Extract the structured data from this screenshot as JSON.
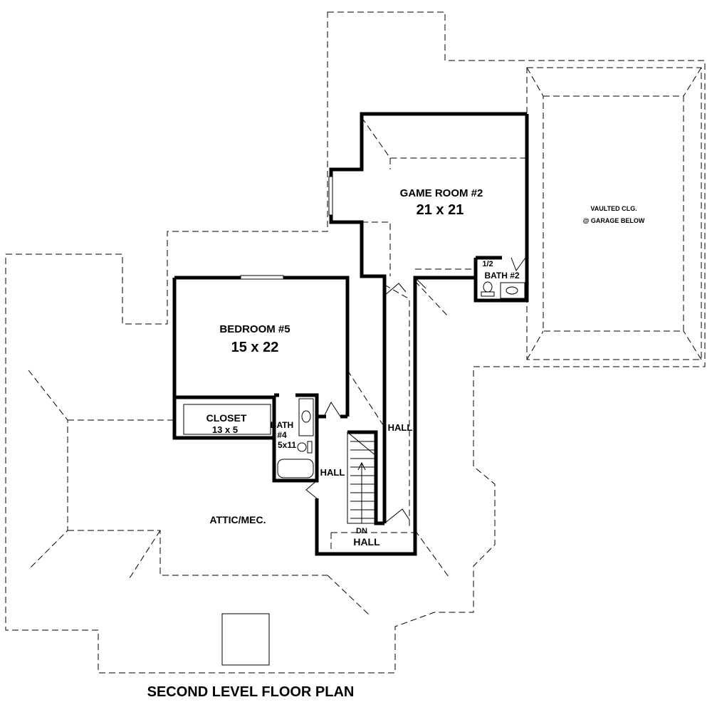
{
  "title": "SECOND LEVEL FLOOR PLAN",
  "rooms": {
    "game_room": {
      "name": "GAME ROOM #2",
      "size": "21 x 21"
    },
    "bedroom": {
      "name": "BEDROOM #5",
      "size": "15 x 22"
    },
    "closet": {
      "name": "CLOSET",
      "size": "13 x 5"
    },
    "bath4": {
      "line1": "BATH",
      "line2": "#4",
      "size": "5x11"
    },
    "bath2": {
      "half": "1/2",
      "name": "BATH #2"
    },
    "attic": {
      "name": "ATTIC/MEC."
    },
    "hall_right": "HALL",
    "hall_mid": "HALL",
    "hall_bottom": "HALL",
    "stair_dn": "DN",
    "vaulted": {
      "line1": "VAULTED CLG.",
      "line2": "@ GARAGE BELOW"
    }
  }
}
